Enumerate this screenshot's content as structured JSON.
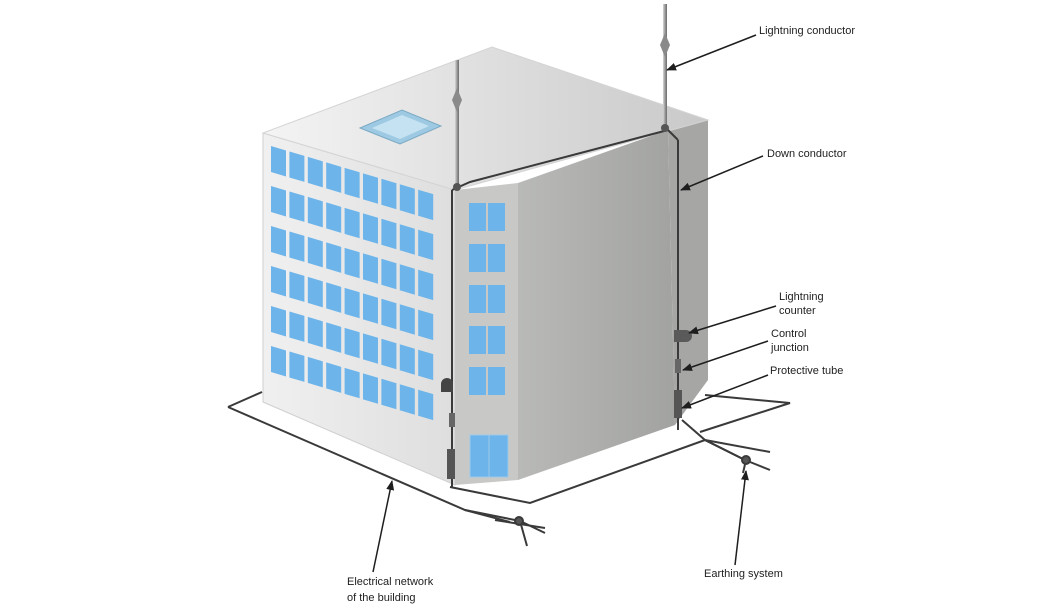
{
  "labels": {
    "lightning_conductor": "Lightning conductor",
    "down_conductor": "Down conductor",
    "lightning_counter_1": "Lightning",
    "lightning_counter_2": "counter",
    "control_junction_1": "Control",
    "control_junction_2": "junction",
    "protective_tube": "Protective tube",
    "electrical_network_1": "Electrical network",
    "electrical_network_2": "of the building",
    "earthing_system": "Earthing system"
  },
  "colors": {
    "window": "#6cb4ea",
    "wall_front": "#e3e3e3",
    "wall_side": "#a9aaa8",
    "roof": "#dadada",
    "conductor": "#3a3a3a"
  }
}
